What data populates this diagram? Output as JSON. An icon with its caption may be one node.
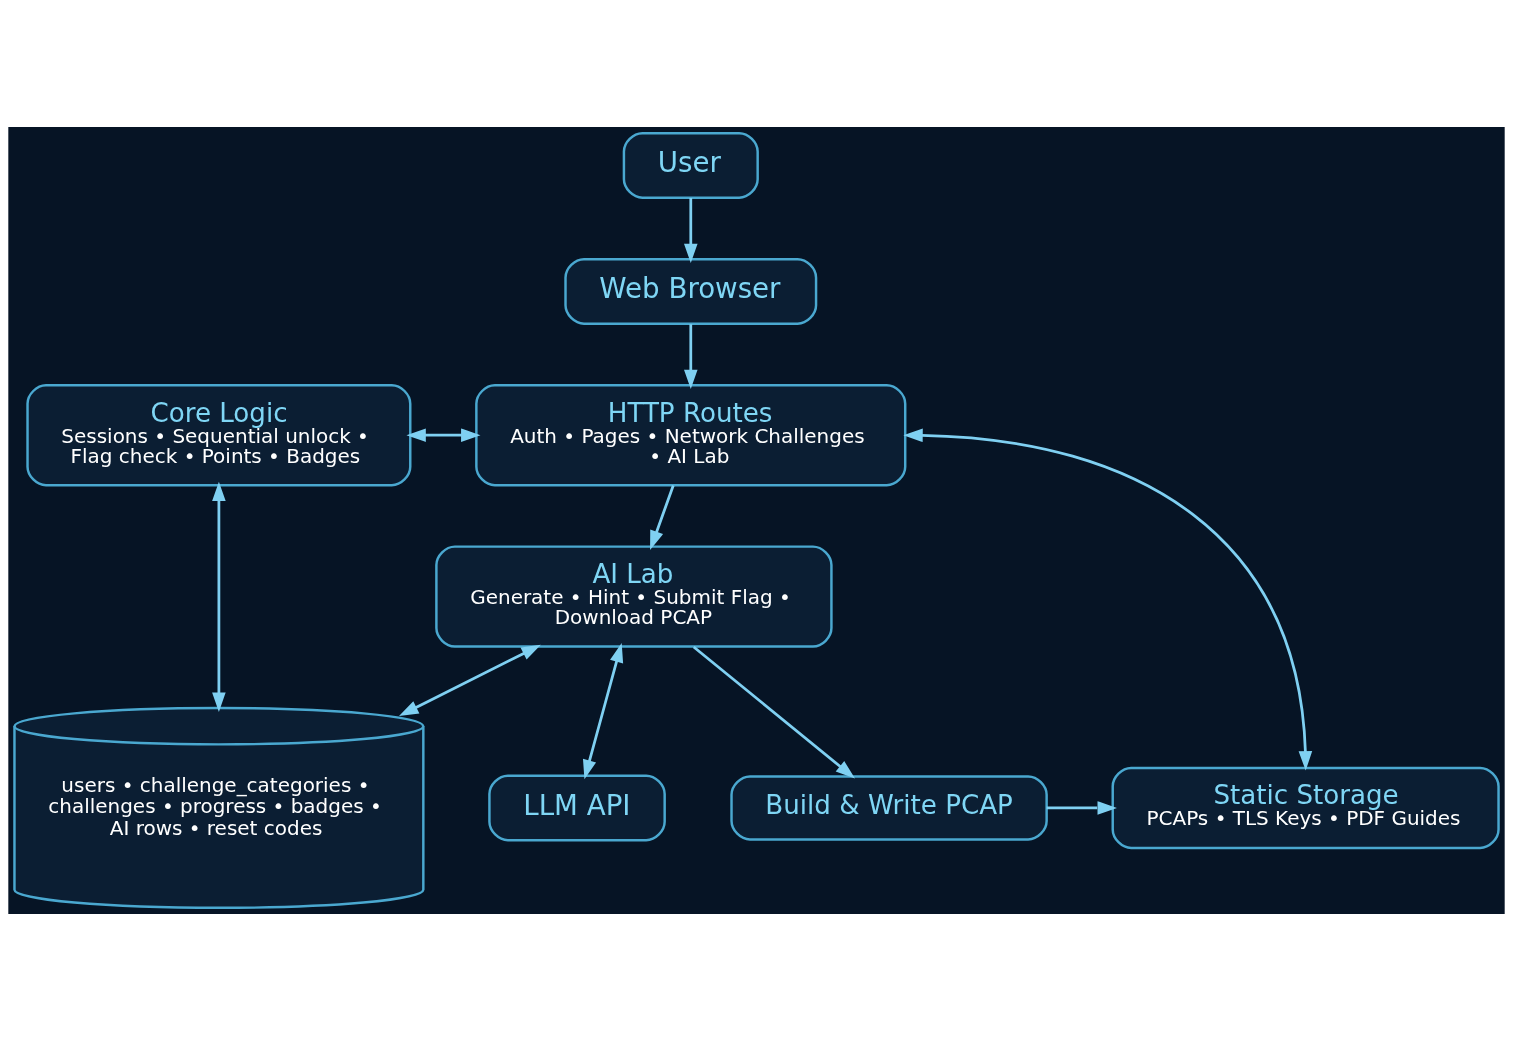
{
  "diagram": {
    "nodes": [
      {
        "text": [
          "User"
        ]
      },
      {
        "text": [
          "Web Browser"
        ]
      },
      {
        "text": [
          "Core Logic",
          "Sessions • Sequential unlock • Flag check • Points • Badges"
        ]
      },
      {
        "text": [
          "HTTP Routes",
          "Auth • Pages • Network Challenges • AI Lab"
        ]
      },
      {
        "text": [
          "AI Lab",
          "Generate • Hint • Submit Flag • Download PCAP"
        ]
      },
      {
        "text": [
          "Build & Write PCAP"
        ]
      },
      {
        "text": [
          "Static Storage",
          "PCAPs • TLS Keys • PDF Guides"
        ]
      },
      {
        "text": [
          "users • challenge_categories • challenges • progress • badges • AI rows • reset codes"
        ]
      },
      {
        "text": [
          "LLM API"
        ]
      }
    ],
    "edges": [
      {
        "from": 0,
        "to": 1,
        "arrow": "to"
      },
      {
        "from": 1,
        "to": 3,
        "arrow": "to"
      },
      {
        "from": 2,
        "to": 3,
        "arrow": "both"
      },
      {
        "from": 3,
        "to": 6,
        "arrow": "both"
      },
      {
        "from": 3,
        "to": 4,
        "arrow": "to"
      },
      {
        "from": 2,
        "to": 7,
        "arrow": "both"
      },
      {
        "from": 4,
        "to": 7,
        "arrow": "both"
      },
      {
        "from": 4,
        "to": 8,
        "arrow": "both"
      },
      {
        "from": 4,
        "to": 5,
        "arrow": "to"
      },
      {
        "from": 5,
        "to": 6,
        "arrow": "to"
      }
    ]
  }
}
